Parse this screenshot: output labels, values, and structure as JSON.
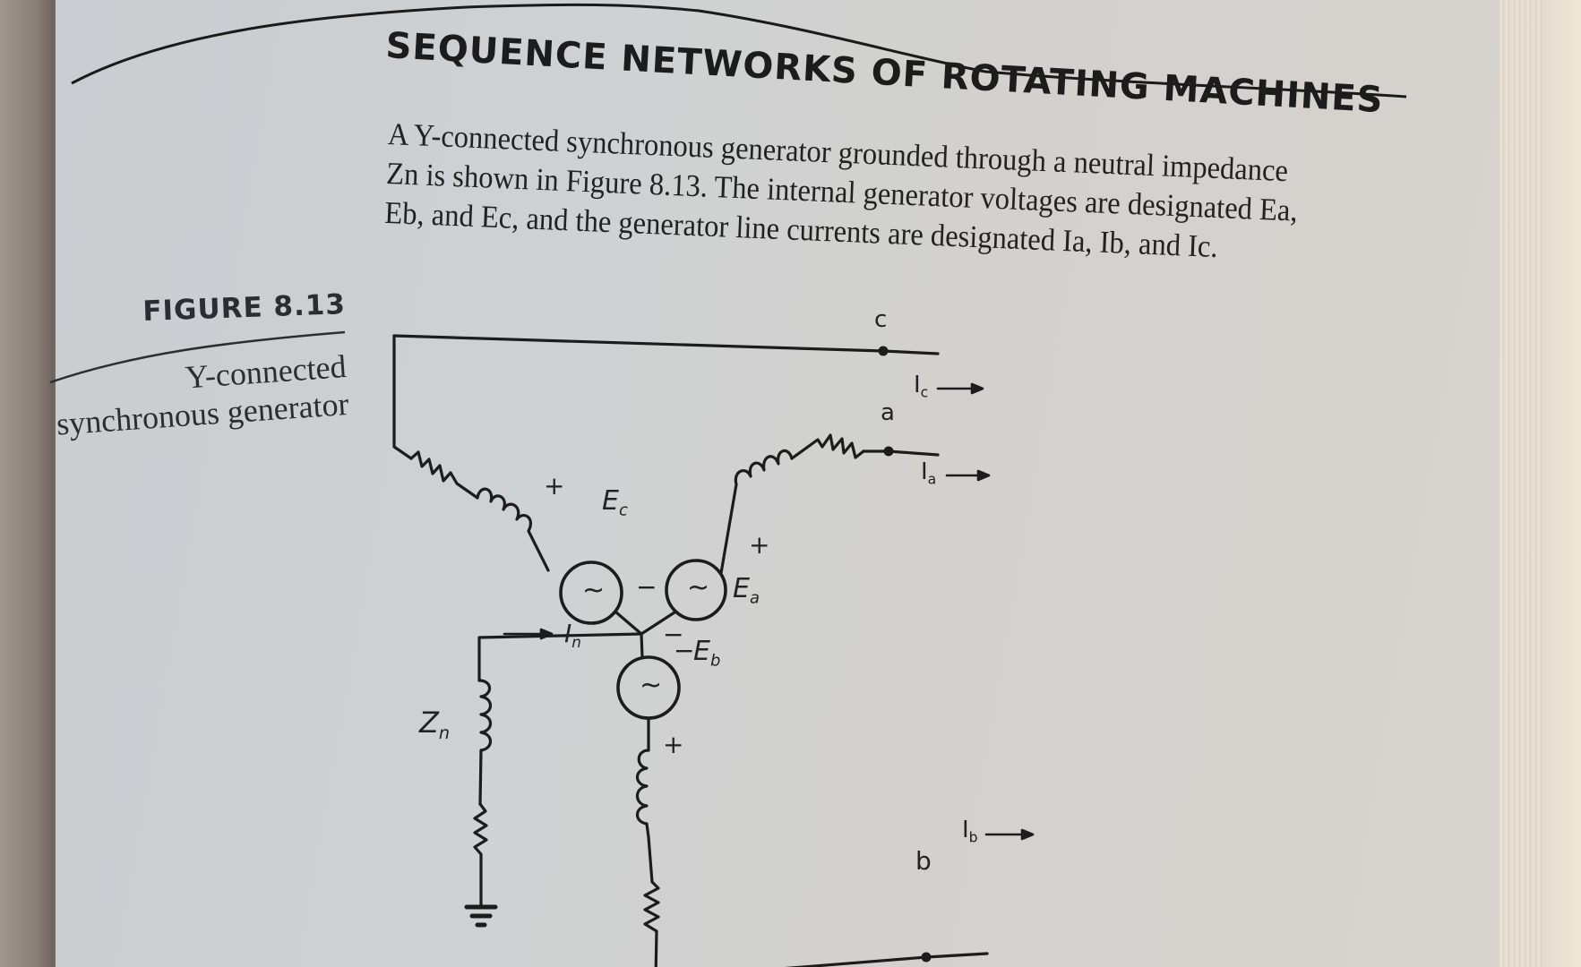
{
  "section": {
    "title": "SEQUENCE NETWORKS OF ROTATING MACHINES"
  },
  "body": {
    "lines": [
      "A Y-connected synchronous generator grounded through a neutral impedance",
      "Zn is shown in Figure 8.13. The internal generator voltages are designated Ea,",
      "Eb, and Ec, and the generator line currents are designated Ia, Ib, and Ic."
    ]
  },
  "figure": {
    "label": "FIGURE 8.13",
    "caption_lines": [
      "Y-connected",
      "synchronous generator"
    ],
    "nodes": {
      "a": "a",
      "b": "b",
      "c": "c"
    },
    "currents": {
      "Ia": {
        "base": "I",
        "sub": "a"
      },
      "Ib": {
        "base": "I",
        "sub": "b"
      },
      "Ic": {
        "base": "I",
        "sub": "c"
      },
      "In": {
        "base": "I",
        "sub": "n"
      }
    },
    "sources": {
      "Ea": {
        "base": "E",
        "sub": "a",
        "symbol": "~"
      },
      "Eb": {
        "base": "E",
        "sub": "b",
        "symbol": "~"
      },
      "Ec": {
        "base": "E",
        "sub": "c",
        "symbol": "~"
      }
    },
    "impedance": {
      "base": "Z",
      "sub": "n"
    },
    "polarity": {
      "plus": "+",
      "minus": "−"
    }
  },
  "colors": {
    "ink": "#1c1c1c",
    "paper": "#cfd0cf"
  }
}
